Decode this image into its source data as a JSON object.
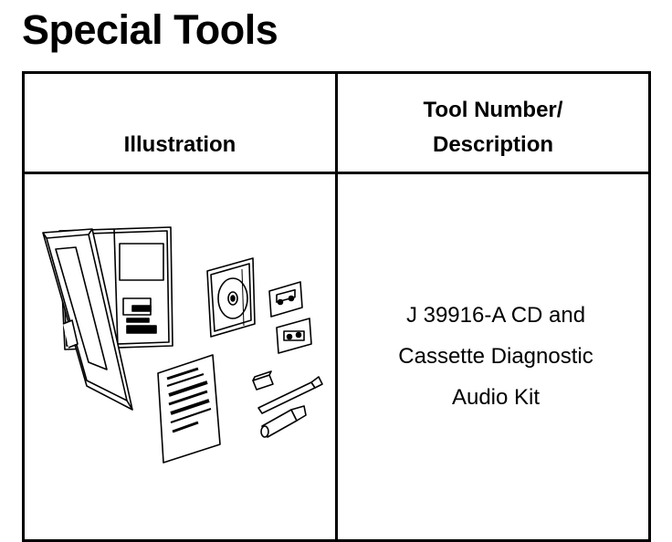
{
  "page": {
    "title": "Special Tools"
  },
  "table": {
    "headers": {
      "illustration": "Illustration",
      "tool_number_line1": "Tool Number/",
      "tool_number_line2": "Description"
    },
    "rows": [
      {
        "description_lines": [
          "J 39916-A CD and",
          "Cassette Diagnostic",
          "Audio Kit"
        ]
      }
    ]
  }
}
